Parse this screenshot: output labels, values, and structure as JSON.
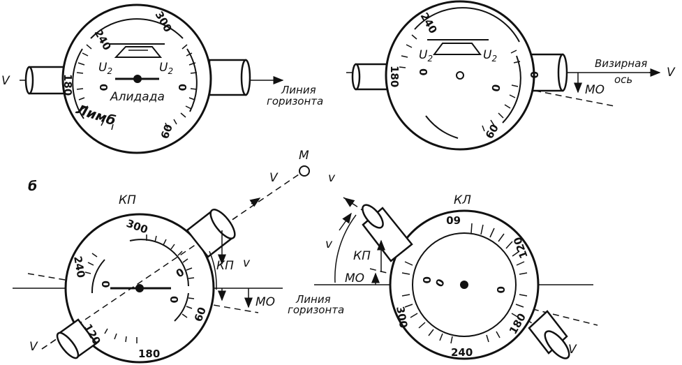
{
  "labels": {
    "v": "V",
    "v_lower": "v",
    "alidada": "Алидада",
    "limb": "Лимб",
    "line_horizon_1": "Линия",
    "line_horizon_2": "горизонта",
    "sight_axis_1": "Визирная",
    "sight_axis_2": "ось",
    "mo": "МО",
    "u2": "U2",
    "zero": "0",
    "section_b": "б",
    "kp": "КП",
    "kl": "КЛ",
    "point_m": "M"
  },
  "scale_numbers": {
    "top_left": [
      "240",
      "300",
      "180",
      "60"
    ],
    "top_right": [
      "240",
      "180",
      "0",
      "60"
    ],
    "bottom_left": [
      "300",
      "240",
      "120",
      "60",
      "180"
    ],
    "bottom_right": [
      "60",
      "120",
      "300",
      "240",
      "180"
    ]
  },
  "colors": {
    "ink": "#111111",
    "paper": "#ffffff"
  }
}
